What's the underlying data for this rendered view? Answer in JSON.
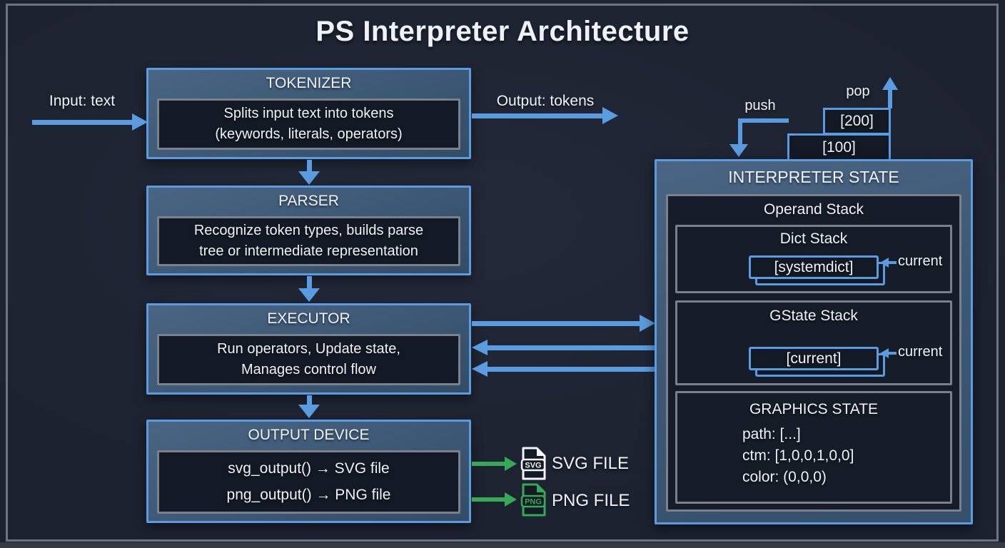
{
  "title": "PS Interpreter Architecture",
  "io": {
    "input_label": "Input: text",
    "output_label": "Output: tokens"
  },
  "pipeline": {
    "tokenizer": {
      "title": "TOKENIZER",
      "lines": [
        "Splits input text into tokens",
        "(keywords, literals, operators)"
      ]
    },
    "parser": {
      "title": "PARSER",
      "lines": [
        "Recognize token types, builds parse",
        "tree or intermediate representation"
      ]
    },
    "executor": {
      "title": "EXECUTOR",
      "lines": [
        "Run operators, Update state,",
        "Manages control flow"
      ]
    },
    "output_device": {
      "title": "OUTPUT DEVICE",
      "lines": [
        "svg_output() → SVG file",
        "png_output() → PNG file"
      ]
    }
  },
  "stack_ops": {
    "push_label": "push",
    "pop_label": "pop",
    "top_item": "[200]",
    "bottom_item": "[100]"
  },
  "state": {
    "title": "INTERPRETER STATE",
    "operand_stack_title": "Operand Stack",
    "dict_stack": {
      "title": "Dict Stack",
      "item": "[systemdict]",
      "pointer_label": "current"
    },
    "gstate_stack": {
      "title": "GState Stack",
      "item": "[current]",
      "pointer_label": "current"
    },
    "graphics_state": {
      "title": "GRAPHICS STATE",
      "lines": [
        "path: [...]",
        "ctm: [1,0,0,1,0,0]",
        "color: (0,0,0)"
      ]
    }
  },
  "outputs": [
    {
      "badge": "SVG",
      "label": "SVG FILE"
    },
    {
      "badge": "PNG",
      "label": "PNG FILE"
    }
  ],
  "colors": {
    "background": "#1d2230",
    "frame_border": "#6e7580",
    "box_border": "#5b9ce0",
    "box_fill": "#3d5875",
    "inner_fill": "#141a25",
    "inner_border": "#79818d",
    "arrow_blue": "#5b9ce0",
    "arrow_green": "#36a957",
    "text": "#eef2f7"
  }
}
